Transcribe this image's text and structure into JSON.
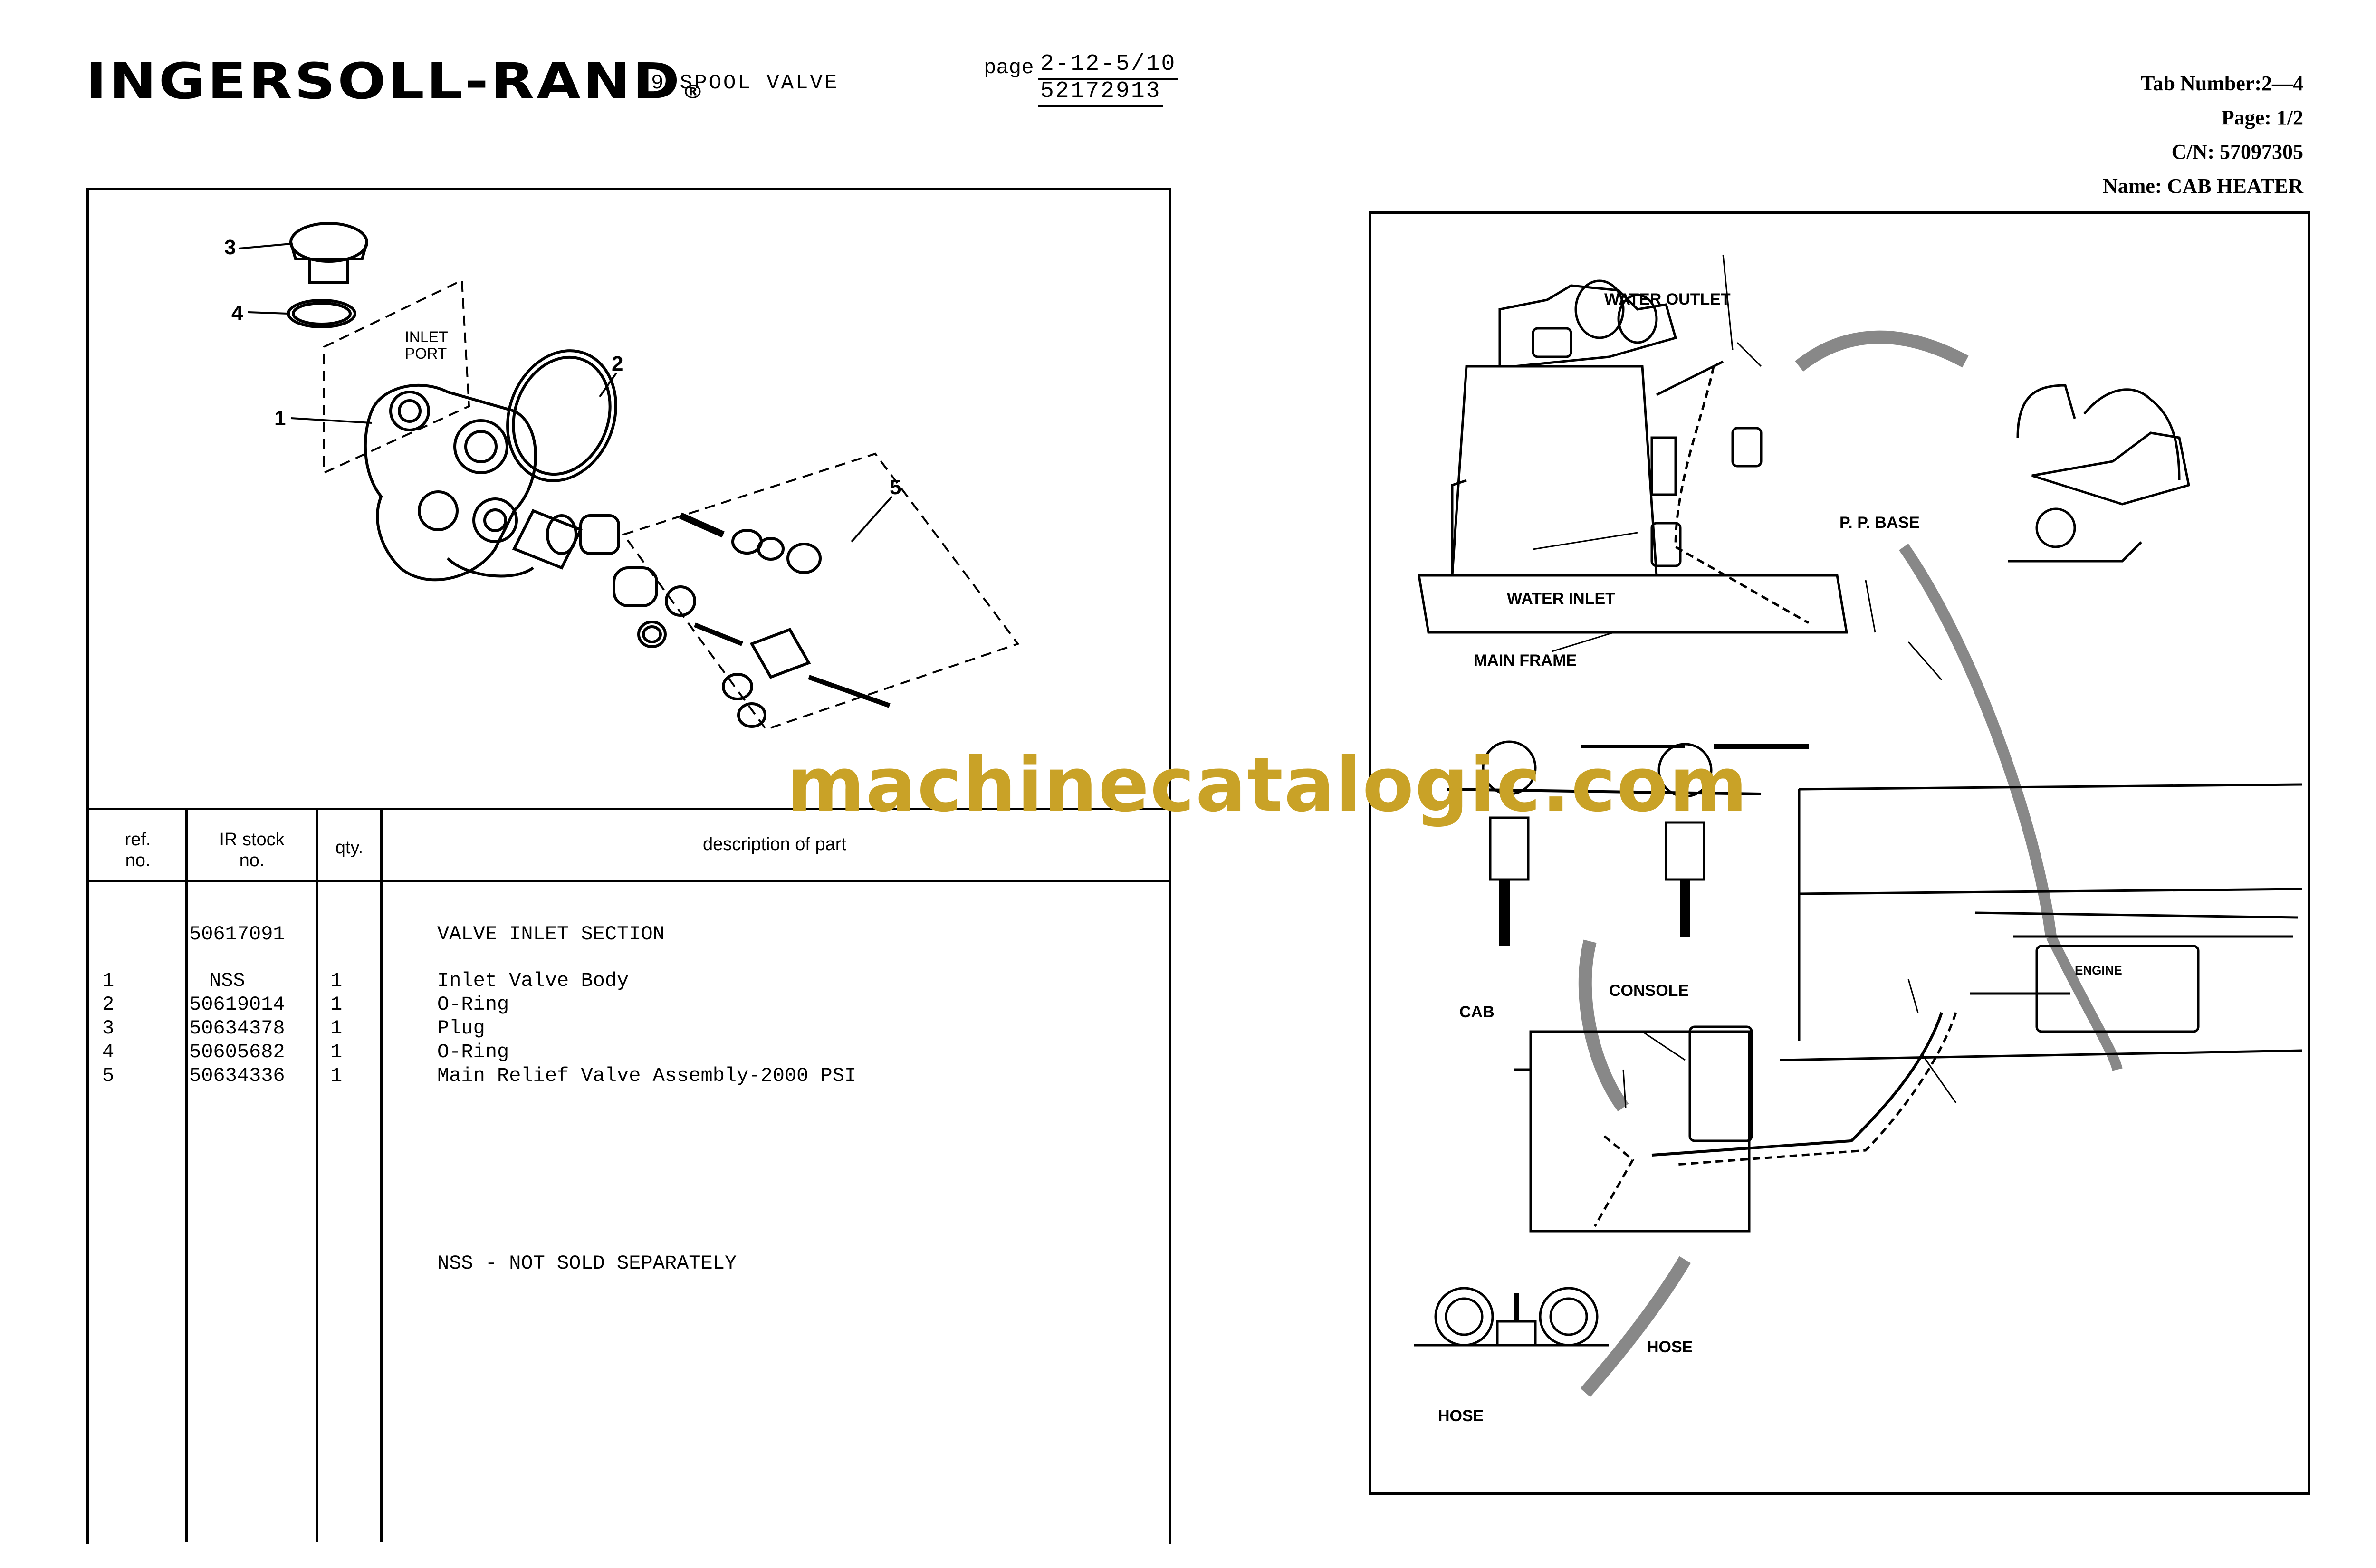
{
  "header": {
    "logo": "INGERSOLL-RAND",
    "logo_mark": "®",
    "title": "9 SPOOL VALVE",
    "page_label": "page",
    "page_number": "2-12-5/10",
    "part_number": "52172913",
    "tab_number": "Tab Number:2—4",
    "page_of": "Page: 1/2",
    "cn": "C/N: 57097305",
    "name": "Name: CAB HEATER"
  },
  "left_diagram": {
    "labels": [
      "3",
      "4",
      "INLET",
      "PORT",
      "2",
      "1",
      "5"
    ]
  },
  "parts_table": {
    "headers": {
      "ref": "ref. no.",
      "ref_l1": "ref.",
      "ref_l2": "no.",
      "stock_l1": "IR stock",
      "stock_l2": "no.",
      "qty": "qty.",
      "desc": "description of part"
    },
    "assembly": {
      "stock": "50617091",
      "desc": "VALVE INLET SECTION"
    },
    "rows": [
      {
        "ref": "1",
        "stock": "NSS",
        "qty": "1",
        "desc": "Inlet Valve Body"
      },
      {
        "ref": "2",
        "stock": "50619014",
        "qty": "1",
        "desc": "O-Ring"
      },
      {
        "ref": "3",
        "stock": "50634378",
        "qty": "1",
        "desc": "Plug"
      },
      {
        "ref": "4",
        "stock": "50605682",
        "qty": "1",
        "desc": "O-Ring"
      },
      {
        "ref": "5",
        "stock": "50634336",
        "qty": "1",
        "desc": "Main Relief Valve Assembly-2000 PSI"
      }
    ],
    "footnote": "NSS - NOT SOLD SEPARATELY"
  },
  "right_diagram": {
    "water_outlet": "WATER OUTLET",
    "water_inlet": "WATER INLET",
    "main_frame": "MAIN FRAME",
    "pp_base": "P. P. BASE",
    "console": "CONSOLE",
    "cab": "CAB",
    "engine": "ENGINE",
    "hose_left": "HOSE",
    "hose_right": "HOSE"
  },
  "watermark": "machinecatalogic.com"
}
